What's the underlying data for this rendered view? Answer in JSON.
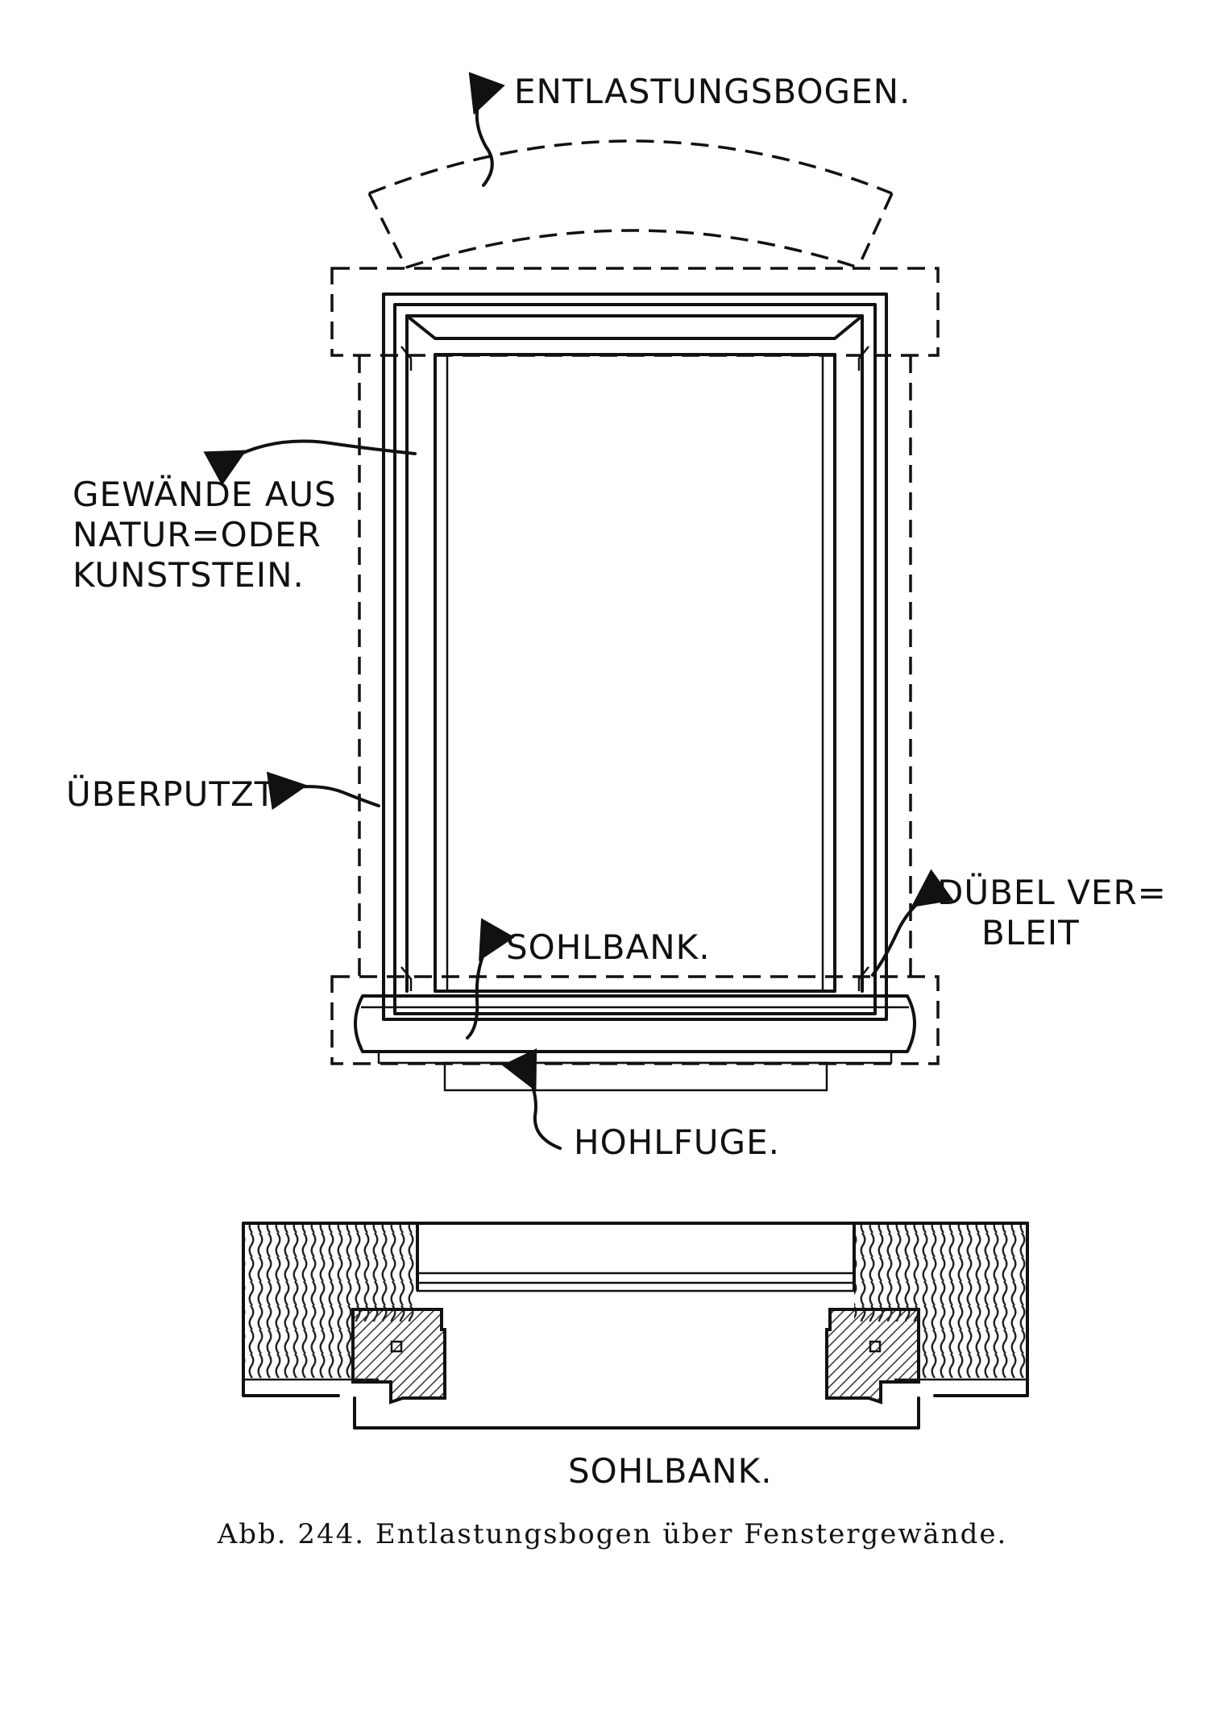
{
  "labels": {
    "entlastungsbogen": "ENTLASTUNGSBOGEN.",
    "gewaende_1": "GEWÄNDE AUS",
    "gewaende_2": "NATUR=ODER",
    "gewaende_3": "KUNSTSTEIN.",
    "ueberputzt": "ÜBERPUTZT",
    "duebel_1": "DÜBEL VER=",
    "duebel_2": "BLEIT",
    "sohlbank_elevation": "SOHLBANK.",
    "hohlfuge": "HOHLFUGE.",
    "sohlbank_plan": "SOHLBANK."
  },
  "caption": "Abb. 244.  Entlastungsbogen über Fenstergewände.",
  "colors": {
    "ink": "#111111",
    "paper": "#ffffff",
    "hatch": "#333333"
  }
}
